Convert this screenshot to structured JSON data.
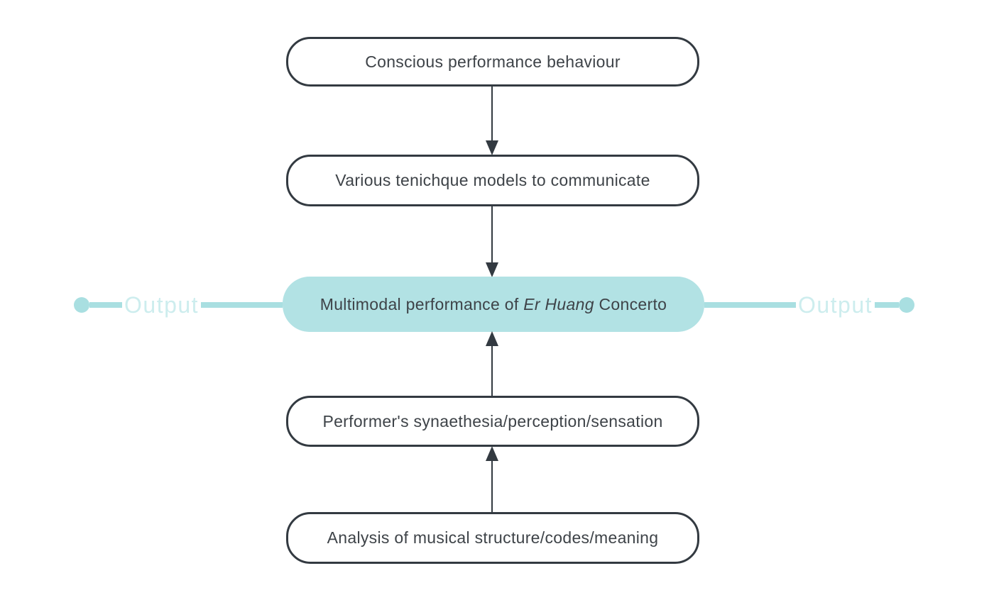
{
  "diagram": {
    "nodes": [
      {
        "id": "conscious",
        "label": "Conscious performance behaviour"
      },
      {
        "id": "models",
        "label": "Various tenichque models to communicate"
      },
      {
        "id": "multimodal",
        "prefix": "Multimodal performance of ",
        "italic": "Er Huang",
        "suffix": " Concerto"
      },
      {
        "id": "synaethesia",
        "label": "Performer's synaethesia/perception/sensation"
      },
      {
        "id": "analysis",
        "label": "Analysis of musical structure/codes/meaning"
      }
    ],
    "outputs": {
      "left": "Output",
      "right": "Output"
    },
    "colors": {
      "background": "#ffffff",
      "node_border": "#333a41",
      "node_text": "#3e4348",
      "arrow": "#333a41",
      "highlight_fill": "#b2e2e4",
      "output_line": "#a9dfe1",
      "output_text": "#cdedee"
    }
  }
}
